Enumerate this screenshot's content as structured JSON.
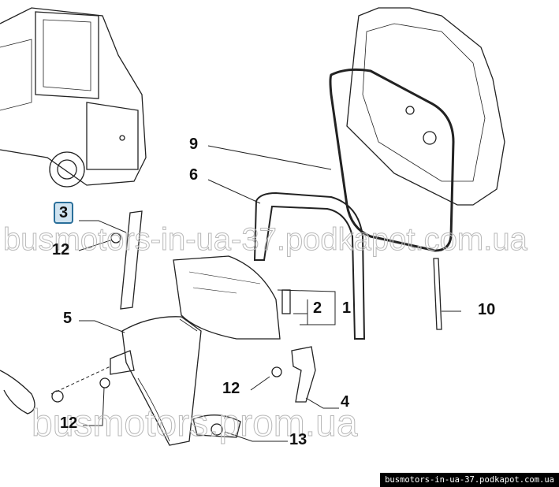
{
  "diagram": {
    "callouts": [
      {
        "id": "9",
        "label": "9"
      },
      {
        "id": "6",
        "label": "6"
      },
      {
        "id": "3",
        "label": "3",
        "highlighted": true
      },
      {
        "id": "12a",
        "label": "12"
      },
      {
        "id": "2",
        "label": "2"
      },
      {
        "id": "1",
        "label": "1"
      },
      {
        "id": "10",
        "label": "10"
      },
      {
        "id": "5",
        "label": "5"
      },
      {
        "id": "12b",
        "label": "12"
      },
      {
        "id": "4",
        "label": "4"
      },
      {
        "id": "12c",
        "label": "12"
      },
      {
        "id": "13",
        "label": "13"
      }
    ],
    "highlight_color": "#2a6f9a"
  },
  "watermarks": {
    "top": "busmotors-in-ua-37.podkapot.com.ua",
    "bottom": "busmotors.prom.ua",
    "footer": "busmotors-in-ua-37.podkapot.com.ua"
  }
}
